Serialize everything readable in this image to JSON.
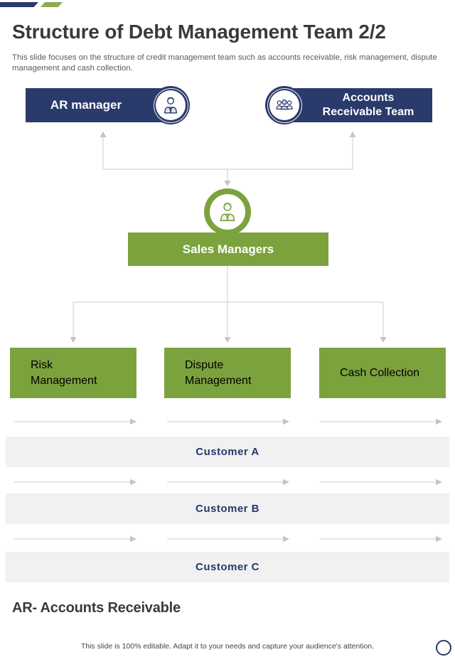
{
  "colors": {
    "navy": "#2a3a6b",
    "green": "#7ca23e",
    "accent_green": "#8cab50",
    "connector_gray": "#cccccc",
    "customer_band_gray": "#f1f1f2",
    "customer_text_navy": "#233a68"
  },
  "header": {
    "title": "Structure of Debt Management Team 2/2",
    "subtitle": "This slide focuses on the structure of credit management team such as accounts receivable, risk management, dispute management and cash collection."
  },
  "org_chart": {
    "ar_manager": {
      "label": "AR manager",
      "icon": "manager-person-icon"
    },
    "ar_team": {
      "label": "Accounts Receivable Team",
      "icon": "team-people-icon"
    },
    "sales_managers": {
      "label": "Sales Managers",
      "icon": "sales-manager-person-icon"
    },
    "departments": [
      {
        "label": "Risk Management"
      },
      {
        "label": "Dispute Management"
      },
      {
        "label": "Cash Collection"
      }
    ],
    "customers": [
      {
        "label": "Customer A"
      },
      {
        "label": "Customer B"
      },
      {
        "label": "Customer C"
      }
    ]
  },
  "abbreviation_note": "AR- Accounts Receivable",
  "footer_note": "This slide is 100% editable. Adapt it to your needs and capture your audience's attention."
}
